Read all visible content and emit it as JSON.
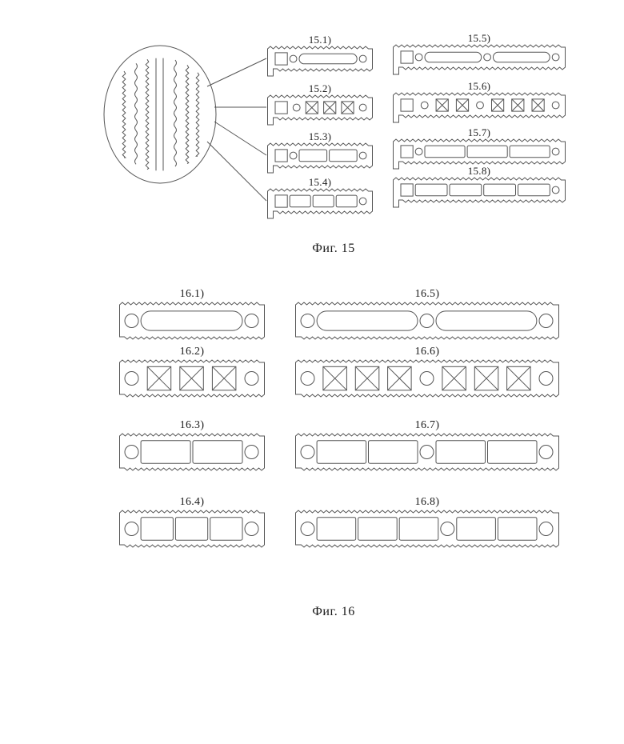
{
  "document": {
    "type": "patent-figure-sheet"
  },
  "ink_color": "#555555",
  "figures": [
    {
      "id": "fig15",
      "caption": "Фиг. 15",
      "detail_callout": "magnified-surface-texture-ellipse",
      "items": [
        {
          "label": "15.1)",
          "seq": [
            "sq",
            "circ",
            "long",
            "circ"
          ]
        },
        {
          "label": "15.2)",
          "seq": [
            "sq",
            "circ",
            "x",
            "x",
            "x",
            "circ"
          ]
        },
        {
          "label": "15.3)",
          "seq": [
            "sq",
            "circ",
            "rect",
            "rect",
            "circ"
          ]
        },
        {
          "label": "15.4)",
          "seq": [
            "sq",
            "rect",
            "rect",
            "rect",
            "circ"
          ]
        },
        {
          "label": "15.5)",
          "seq": [
            "sq",
            "circ",
            "long",
            "circ",
            "long",
            "circ"
          ]
        },
        {
          "label": "15.6)",
          "seq": [
            "sq",
            "circ",
            "x",
            "x",
            "circ",
            "x",
            "x",
            "x",
            "circ"
          ]
        },
        {
          "label": "15.7)",
          "seq": [
            "sq",
            "circ",
            "rect",
            "rect",
            "rect",
            "circ"
          ]
        },
        {
          "label": "15.8)",
          "seq": [
            "sq",
            "rect",
            "rect",
            "rect",
            "rect",
            "circ"
          ]
        }
      ]
    },
    {
      "id": "fig16",
      "caption": "Фиг. 16",
      "items": [
        {
          "label": "16.1)",
          "seq": [
            "circ",
            "long",
            "circ"
          ]
        },
        {
          "label": "16.2)",
          "seq": [
            "circ",
            "x",
            "x",
            "x",
            "circ"
          ]
        },
        {
          "label": "16.3)",
          "seq": [
            "circ",
            "rect",
            "rect",
            "circ"
          ]
        },
        {
          "label": "16.4)",
          "seq": [
            "circ",
            "rect",
            "rect",
            "rect",
            "circ"
          ]
        },
        {
          "label": "16.5)",
          "seq": [
            "circ",
            "long",
            "circ",
            "long",
            "circ"
          ]
        },
        {
          "label": "16.6)",
          "seq": [
            "circ",
            "x",
            "x",
            "x",
            "circ",
            "x",
            "x",
            "x",
            "circ"
          ]
        },
        {
          "label": "16.7)",
          "seq": [
            "circ",
            "rect",
            "rect",
            "circ",
            "rect",
            "rect",
            "circ"
          ]
        },
        {
          "label": "16.8)",
          "seq": [
            "circ",
            "rect",
            "rect",
            "rect",
            "circ",
            "rect",
            "rect",
            "circ"
          ]
        }
      ]
    }
  ]
}
